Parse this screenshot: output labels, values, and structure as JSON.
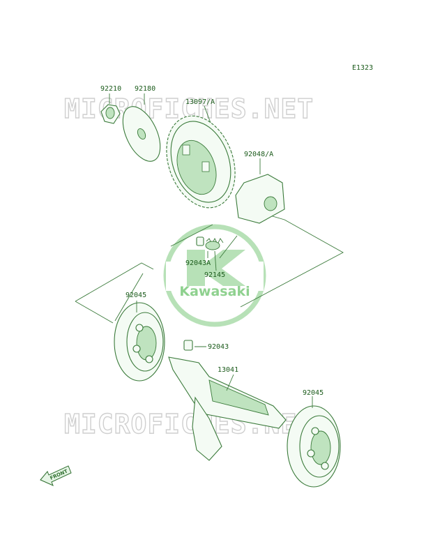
{
  "diagram_code": "E1323",
  "watermark": "MICROFICHES.NET",
  "logo_text": "Kawasaki",
  "front_label": "FRONT",
  "parts": [
    {
      "id": "nut",
      "number": "92210"
    },
    {
      "id": "washer",
      "number": "92180"
    },
    {
      "id": "gear",
      "number": "13097/A"
    },
    {
      "id": "weight",
      "number": "92048/A"
    },
    {
      "id": "pin-left",
      "number": "92043A"
    },
    {
      "id": "spring",
      "number": "92145"
    },
    {
      "id": "bearing-left",
      "number": "92045"
    },
    {
      "id": "pin-shaft",
      "number": "92043"
    },
    {
      "id": "shaft",
      "number": "13041"
    },
    {
      "id": "bearing-right",
      "number": "92045"
    }
  ]
}
